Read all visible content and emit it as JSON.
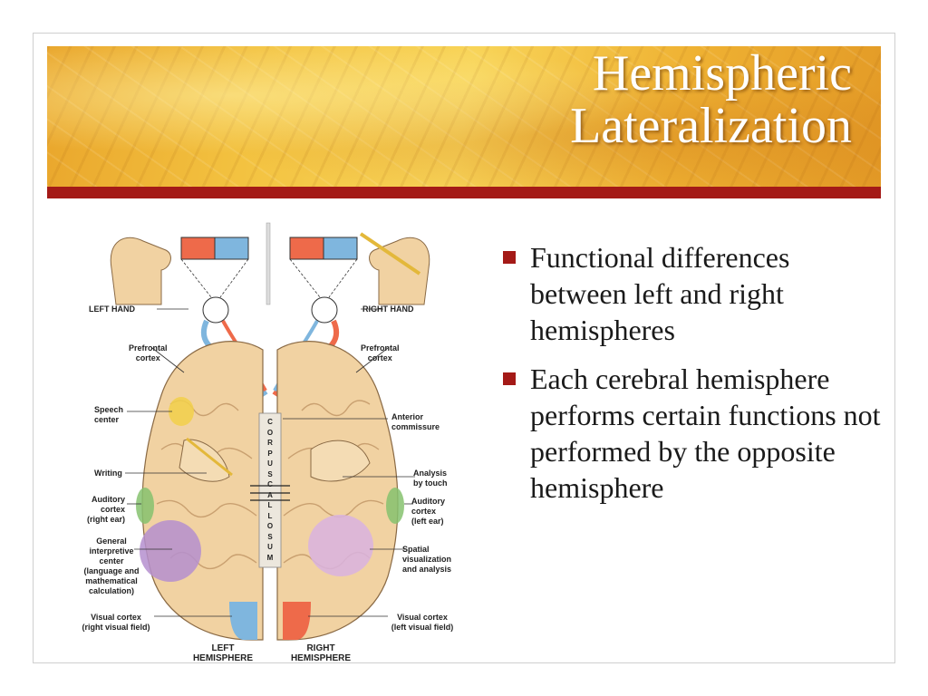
{
  "slide": {
    "title_lines": [
      "Hemispheric",
      "Lateralization"
    ],
    "accent_color": "#a41a17",
    "banner_color": "#f3c240"
  },
  "bullets": [
    {
      "text": "Functional differences between left and right hemispheres"
    },
    {
      "text": "Each cerebral hemisphere performs certain functions not performed by the opposite hemisphere"
    }
  ],
  "diagram": {
    "left_hand": "LEFT HAND",
    "right_hand": "RIGHT HAND",
    "prefrontal_left": [
      "Prefrontal",
      "cortex"
    ],
    "prefrontal_right": [
      "Prefrontal",
      "cortex"
    ],
    "speech_center": [
      "Speech",
      "center"
    ],
    "anterior_commissure": [
      "Anterior",
      "commissure"
    ],
    "writing": "Writing",
    "analysis_by_touch": [
      "Analysis",
      "by touch"
    ],
    "auditory_left_label": [
      "Auditory",
      "cortex",
      "(right ear)"
    ],
    "auditory_right_label": [
      "Auditory",
      "cortex",
      "(left ear)"
    ],
    "general_interpretive": [
      "General",
      "interpretive",
      "center",
      "(language and",
      "mathematical",
      "calculation)"
    ],
    "spatial": [
      "Spatial",
      "visualization",
      "and analysis"
    ],
    "visual_left_label": [
      "Visual cortex",
      "(right visual field)"
    ],
    "visual_right_label": [
      "Visual cortex",
      "(left visual field)"
    ],
    "left_hemisphere": [
      "LEFT",
      "HEMISPHERE"
    ],
    "right_hemisphere": [
      "RIGHT",
      "HEMISPHERE"
    ],
    "corpus_callosum_letters": [
      "C",
      "O",
      "R",
      "P",
      "U",
      "S",
      "C",
      "A",
      "L",
      "L",
      "O",
      "S",
      "U",
      "M"
    ]
  }
}
